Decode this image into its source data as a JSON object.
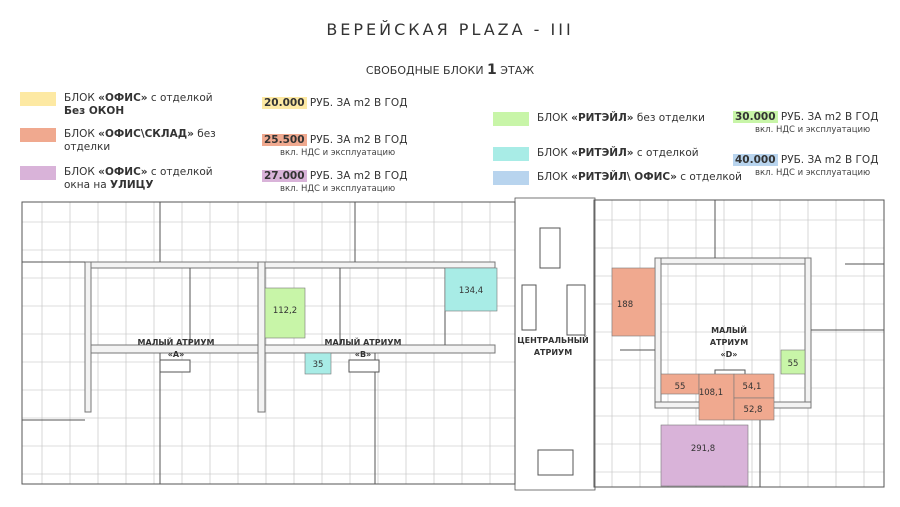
{
  "title": "ВЕРЕЙСКАЯ PLAZA - III",
  "subtitle": {
    "prefix": "СВОБОДНЫЕ БЛОКИ",
    "floor": "1",
    "suffix": "ЭТАЖ"
  },
  "colors": {
    "office_no_windows": "#fde9a3",
    "office_warehouse": "#f0a98f",
    "office_street": "#d9b3d9",
    "retail_no_finish": "#c8f5a8",
    "retail_finish": "#a8ece6",
    "retail_office": "#b8d4ee"
  },
  "legend": [
    {
      "id": "office_no_windows",
      "pre": "БЛОК ",
      "bold": "«ОФИС»",
      "post": " с отделкой",
      "line2_bold": "Без ОКОН",
      "line2": ""
    },
    {
      "id": "office_warehouse",
      "pre": "БЛОК ",
      "bold": "«ОФИС\\СКЛАД»",
      "post": " без",
      "line2_bold": "",
      "line2": "отделки"
    },
    {
      "id": "office_street",
      "pre": "БЛОК ",
      "bold": "«ОФИС»",
      "post": " с отделкой",
      "line2_bold": "УЛИЦУ",
      "line2": "окна на "
    },
    {
      "id": "retail_no_finish",
      "pre": "БЛОК ",
      "bold": "«РИТЭЙЛ»",
      "post": " без отделки"
    },
    {
      "id": "retail_finish",
      "pre": "БЛОК ",
      "bold": "«РИТЭЙЛ»",
      "post": " с отделкой"
    },
    {
      "id": "retail_office",
      "pre": "БЛОК ",
      "bold": "«РИТЭЙЛ\\ ОФИС»",
      "post": " с отделкой"
    }
  ],
  "prices": [
    {
      "value": "20.000",
      "text": "РУБ. ЗА m2 В ГОД",
      "note": "",
      "color": "#fde9a3"
    },
    {
      "value": "25.500",
      "text": "РУБ. ЗА m2 В ГОД",
      "note": "вкл. НДС и эксплуатацию",
      "color": "#f0a98f"
    },
    {
      "value": "27.000",
      "text": "РУБ. ЗА m2 В ГОД",
      "note": "вкл. НДС и эксплуатацию",
      "color": "#d9b3d9"
    },
    {
      "value": "30.000",
      "text": "РУБ. ЗА m2 В ГОД",
      "note": "вкл. НДС и эксплуатацию",
      "color": "#c8f5a8"
    },
    {
      "value": "40.000",
      "text": "РУБ. ЗА m2 В ГОД",
      "note": "вкл. НДС и эксплуатацию",
      "color": "#b8d4ee"
    }
  ],
  "atriums": {
    "a_name": "МАЛЫЙ АТРИУМ",
    "a_letter": "«А»",
    "b_name": "МАЛЫЙ АТРИУМ",
    "b_letter": "«В»",
    "c_name1": "ЦЕНТРАЛЬНЫЙ",
    "c_name2": "АТРИУМ",
    "d_name1": "МАЛЫЙ",
    "d_name2": "АТРИУМ",
    "d_letter": "«D»"
  },
  "blocks": [
    {
      "id": "b112",
      "area": "112,2",
      "type": "retail_no_finish"
    },
    {
      "id": "b134",
      "area": "134,4",
      "type": "retail_finish"
    },
    {
      "id": "b35",
      "area": "35",
      "type": "retail_finish"
    },
    {
      "id": "b188",
      "area": "188",
      "type": "office_warehouse"
    },
    {
      "id": "b55g",
      "area": "55",
      "type": "retail_no_finish"
    },
    {
      "id": "b55s",
      "area": "55",
      "type": "office_warehouse"
    },
    {
      "id": "b108",
      "area": "108,1",
      "type": "office_warehouse"
    },
    {
      "id": "b54",
      "area": "54,1",
      "type": "office_warehouse"
    },
    {
      "id": "b52",
      "area": "52,8",
      "type": "office_warehouse"
    },
    {
      "id": "b291",
      "area": "291,8",
      "type": "office_street"
    }
  ]
}
